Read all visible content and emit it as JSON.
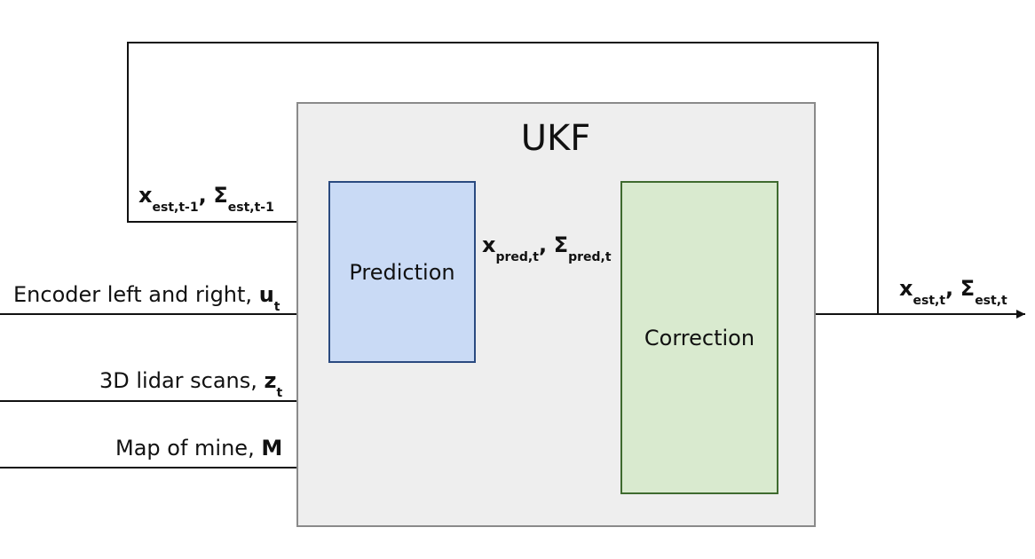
{
  "ukf": {
    "title": "UKF"
  },
  "blocks": {
    "prediction": "Prediction",
    "correction": "Correction"
  },
  "signals": {
    "prev_state": {
      "x": "x",
      "x_sub": "est,t-1",
      "sep": ",",
      "sigma": "Σ",
      "sigma_sub": "est,t-1"
    },
    "pred_state": {
      "x": "x",
      "x_sub": "pred,t",
      "sep": ",",
      "sigma": "Σ",
      "sigma_sub": "pred,t"
    },
    "est_state": {
      "x": "x",
      "x_sub": "est,t",
      "sep": ",",
      "sigma": "Σ",
      "sigma_sub": "est,t"
    }
  },
  "inputs": {
    "encoder": {
      "text": "Encoder left and right, ",
      "sym": "u",
      "sub": "t"
    },
    "lidar": {
      "text": "3D lidar scans, ",
      "sym": "z",
      "sub": "t"
    },
    "map": {
      "text": "Map of mine, ",
      "sym": "M"
    }
  },
  "colors": {
    "ukf_fill": "#eeeeee",
    "prediction_fill": "#c9daf5",
    "correction_fill": "#d9eacf",
    "line": "#111111"
  }
}
